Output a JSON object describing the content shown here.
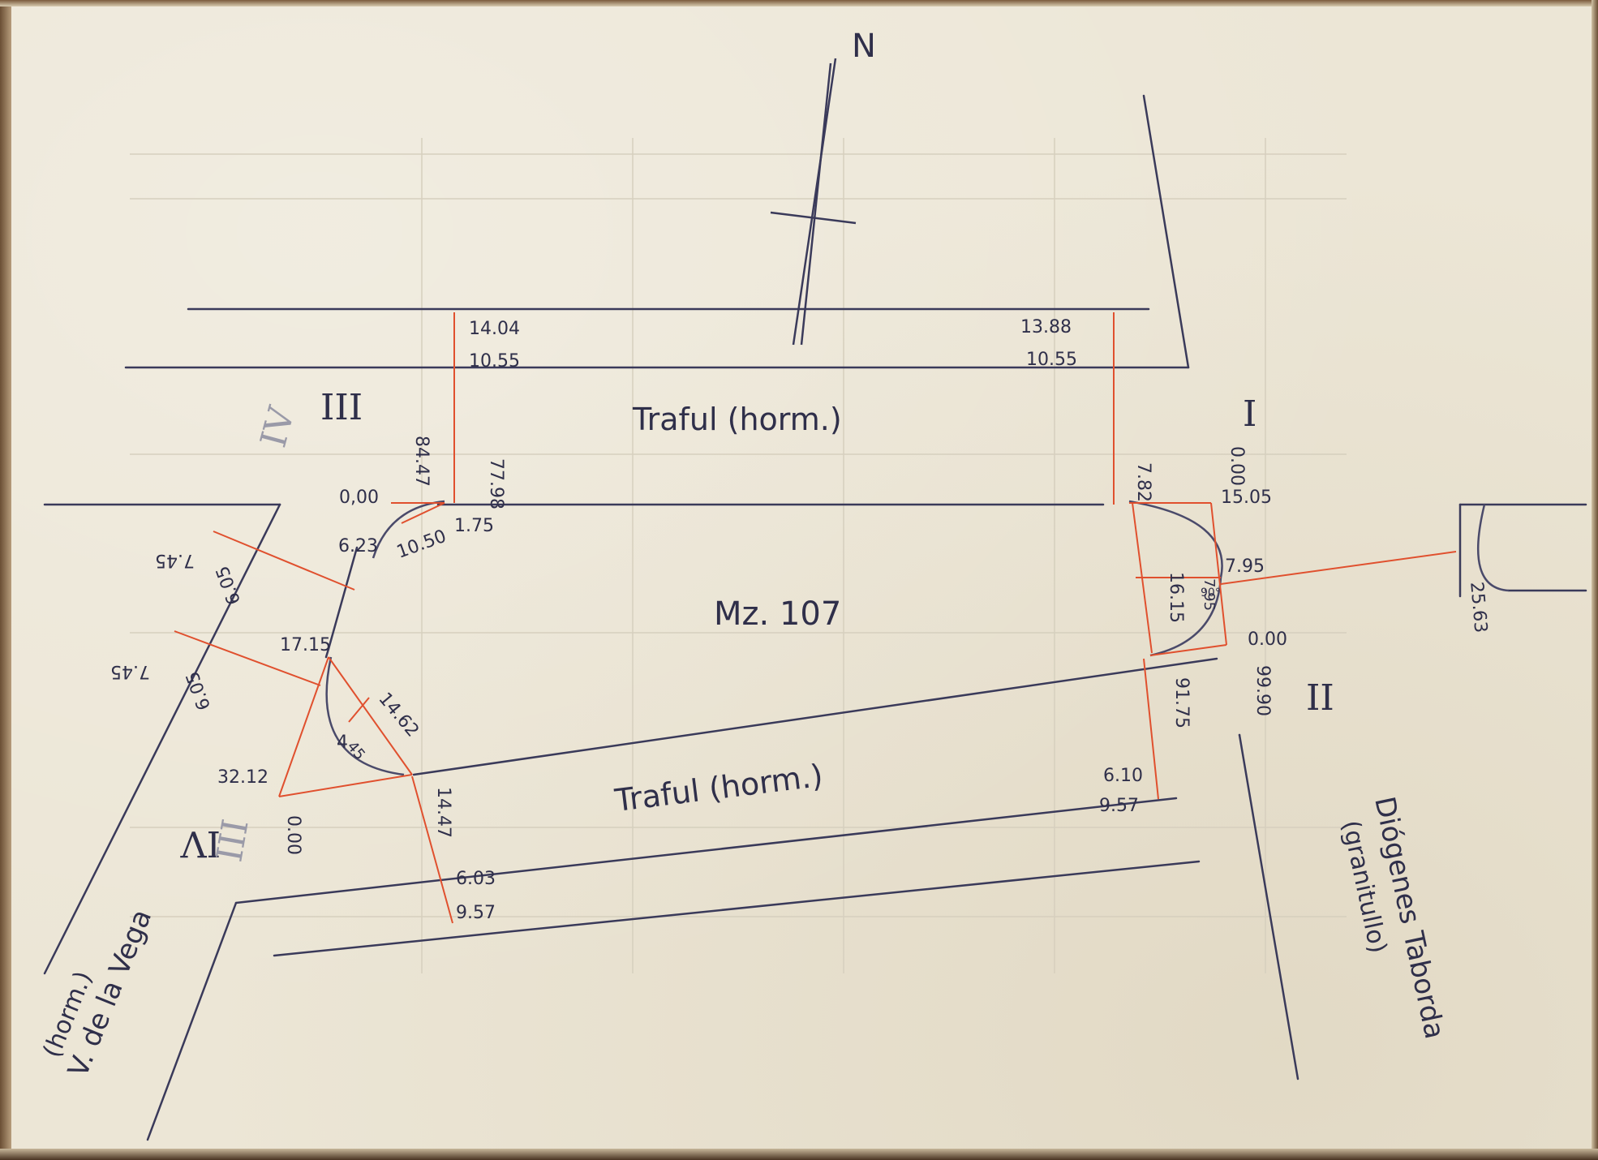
{
  "north": "N",
  "block": "Mz. 107",
  "streets": {
    "traful_top": "Traful (horm.)",
    "traful_bottom": "Traful (horm.)",
    "vdelavega_1": "V. de la Vega",
    "vdelavega_2": "(horm.)",
    "diogenes_1": "Diógenes Taborda",
    "diogenes_2": "(granitullo)"
  },
  "corners": {
    "I": "I",
    "II": "II",
    "III": "III",
    "IV": "IV",
    "IV_faint": "IV",
    "III_faint": "III"
  },
  "measures": {
    "top_left_a": "14.04",
    "top_left_b": "10.55",
    "top_right_a": "13.88",
    "top_right_b": "10.55",
    "m_7798": "77.98",
    "m_8447": "84.47",
    "m_000_a": "0,00",
    "m_623": "6.23",
    "m_1050": "10.50",
    "m_175": "1.75",
    "m_782": "7.82",
    "m_000_b": "0.00",
    "m_1505": "15.05",
    "m_1615": "16.15",
    "m_795_a": "7.95",
    "m_795_b": "7.95",
    "m_90": "90°",
    "m_2563": "25.63",
    "m_000_c": "0.00",
    "m_9990": "99.90",
    "m_9175": "91.75",
    "m_745_a": "7.45",
    "m_605_a": "6.05",
    "m_745_b": "7.45",
    "m_605_b": "6.05",
    "m_1715": "17.15",
    "m_1462": "14.62",
    "m_4": "4",
    "m_45": "45",
    "m_3212": "32.12",
    "m_000_d": "0.00",
    "m_1447": "14.47",
    "m_610": "6.10",
    "m_957_a": "9.57",
    "m_603": "6.03",
    "m_957_b": "9.57"
  }
}
